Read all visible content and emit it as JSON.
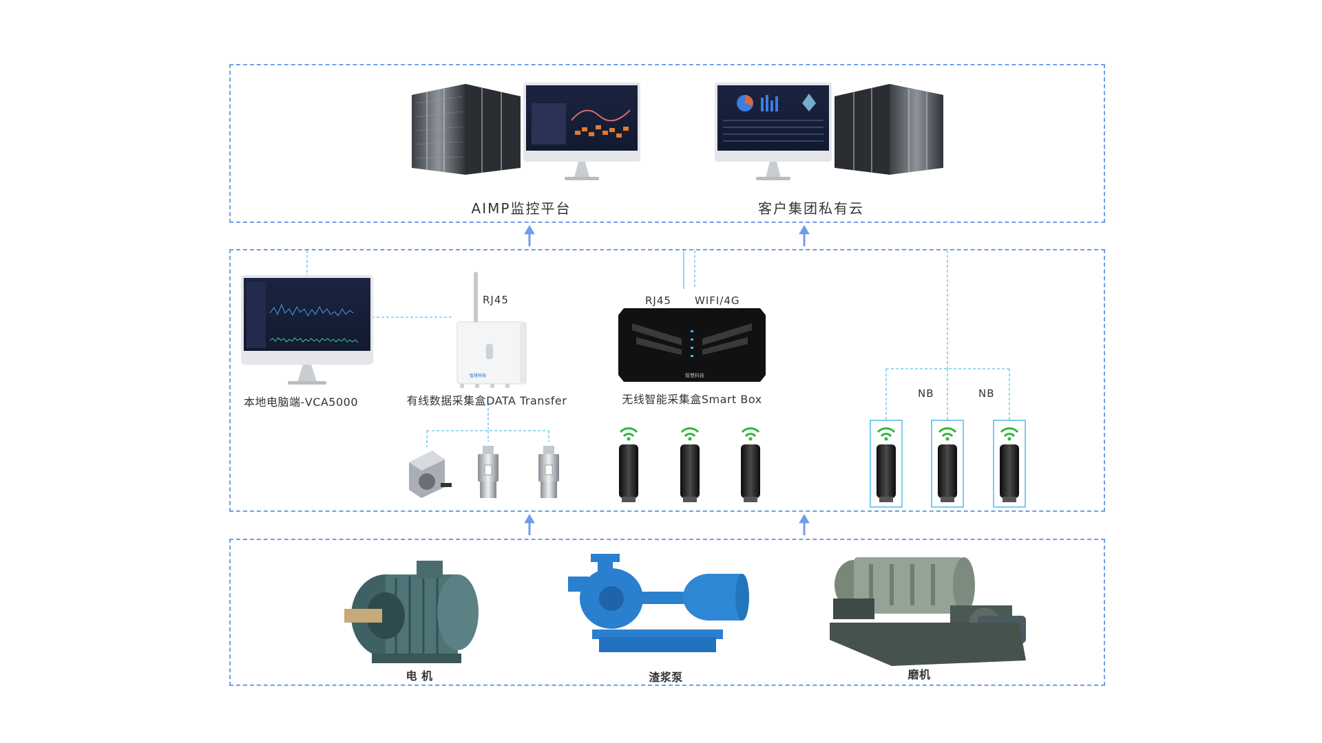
{
  "layers": {
    "cloud": {
      "items": [
        {
          "label": "AIMP监控平台"
        },
        {
          "label": "客户集团私有云"
        }
      ]
    },
    "collection": {
      "local_pc": {
        "label": "本地电脑端-VCA5000"
      },
      "data_transfer": {
        "label": "有线数据采集盒DATA Transfer",
        "port": "RJ45"
      },
      "smart_box": {
        "label": "无线智能采集盒Smart Box",
        "port_wired": "RJ45",
        "port_wireless": "WIFI/4G"
      },
      "nb_labels": [
        "NB",
        "NB"
      ]
    },
    "equipment": {
      "items": [
        {
          "label": "电 机"
        },
        {
          "label": "渣浆泵"
        },
        {
          "label": "磨机"
        }
      ]
    }
  },
  "colors": {
    "panel_border": "#6f9ee6",
    "connector": "#5cc0ee",
    "arrow": "#6f9ee6",
    "wifi": "#2fb53a",
    "highlight_box": "#4fb8ea"
  }
}
